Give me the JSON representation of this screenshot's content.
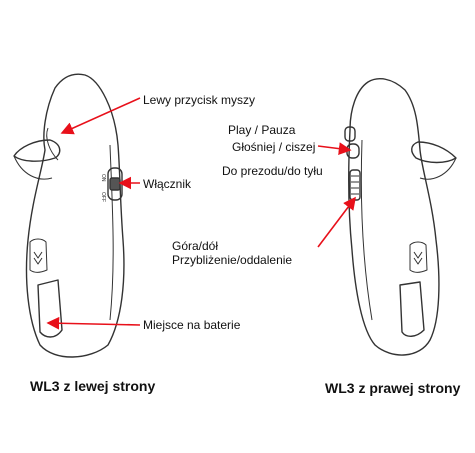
{
  "labels": {
    "left_button": "Lewy przycisk myszy",
    "power_switch": "Włącznik",
    "battery": "Miejsce na baterie",
    "play_pause": "Play / Pauza",
    "volume": "Głośniej / ciszej",
    "forward_back": "Do prezodu/do tyłu",
    "up_down": "Góra/dół",
    "zoom": "Przybliżenie/oddalenie"
  },
  "switch_marks": {
    "on": "ON",
    "off": "OFF"
  },
  "captions": {
    "left_side": "WL3 z lewej strony",
    "right_side": "WL3 z prawej strony"
  },
  "colors": {
    "arrow": "#e8101a",
    "outline": "#333333"
  }
}
